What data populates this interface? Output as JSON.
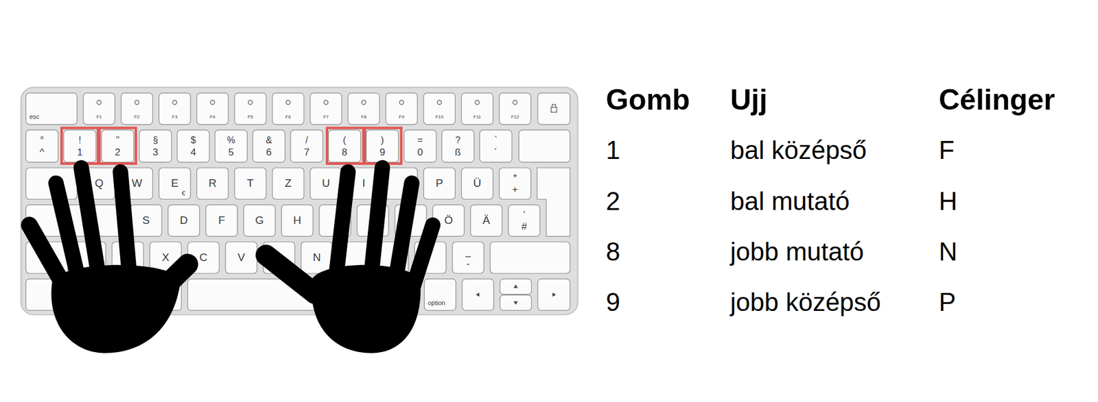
{
  "diagram": {
    "labels": [
      "esc",
      "F1",
      "F2",
      "F3",
      "F4",
      "F5",
      "F6",
      "F7",
      "F8",
      "F9",
      "F10",
      "F11",
      "F12",
      "°",
      "^",
      "!",
      "1",
      "\"",
      "2",
      "§",
      "3",
      "$",
      "4",
      "%",
      "5",
      "&",
      "6",
      "/",
      "7",
      "(",
      "8",
      ")",
      "9",
      "=",
      "0",
      "?",
      "ß",
      "`",
      "´",
      "Q",
      "W",
      "E",
      "€",
      "R",
      "T",
      "Z",
      "U",
      "I",
      "P",
      "Ü",
      "*",
      "+",
      "S",
      "D",
      "F",
      "G",
      "H",
      "Ö",
      "Ä",
      "'",
      "#",
      "X",
      "C",
      "V",
      "N",
      "_",
      "-",
      "option",
      "Gomb",
      "Ujj",
      "Célinger",
      "1",
      "bal középső",
      "F",
      "2",
      "bal mutató",
      "H",
      "8",
      "jobb mutató",
      "N",
      "9",
      "jobb középső",
      "P"
    ]
  }
}
